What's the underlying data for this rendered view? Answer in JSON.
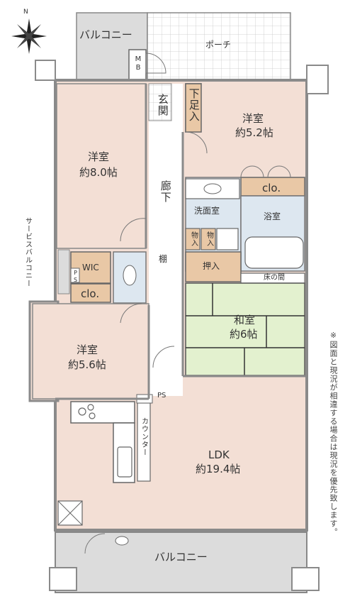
{
  "compass": {
    "north": "N"
  },
  "rooms": {
    "balcony_top": "バルコニー",
    "porch": "ポーチ",
    "mb": "MB",
    "entrance": "玄関",
    "shoe_storage": "下足入",
    "western1_name": "洋室",
    "western1_size": "約5.2帖",
    "western2_name": "洋室",
    "western2_size": "約8.0帖",
    "hallway": "廊下",
    "clo1": "clo.",
    "washroom": "洗面室",
    "bath": "浴室",
    "storage_a": "物入",
    "storage_b": "物入",
    "shelf": "棚",
    "oshiire": "押入",
    "tokonoma": "床の間",
    "service_balcony": "サービスバルコニー",
    "wic": "WIC",
    "ps_small": "PS",
    "clo2": "clo.",
    "japanese_name": "和室",
    "japanese_size": "約6帖",
    "western3_name": "洋室",
    "western3_size": "約5.6帖",
    "ps": "PS",
    "counter": "カウンター",
    "ldk_name": "LDK",
    "ldk_size": "約19.4帖",
    "balcony_bottom": "バルコニー"
  },
  "note": "※図面と現況が相違する場合は現況を優先致します。",
  "colors": {
    "floor": "#f3dfd5",
    "wood": "#e9c8a6",
    "water": "#dde7f0",
    "balcony": "#dcdcdc",
    "tatami": "#e3f1cf",
    "wall": "#8a8a8a"
  }
}
